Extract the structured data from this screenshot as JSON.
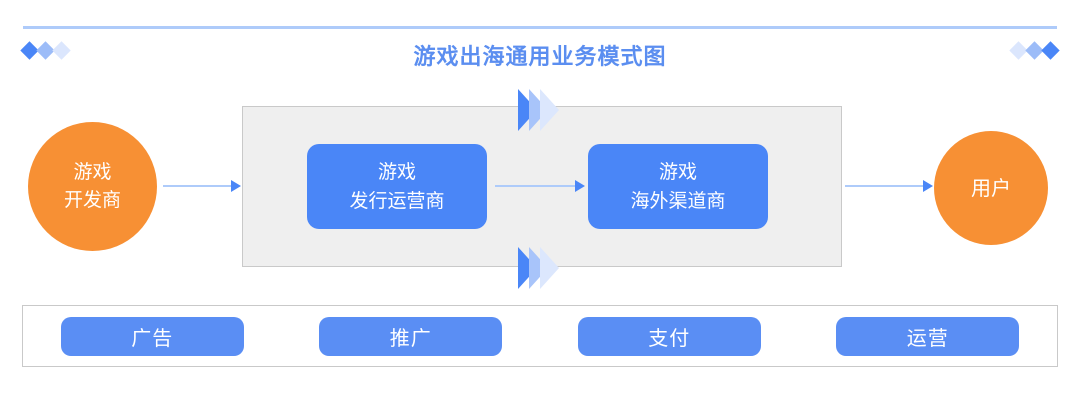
{
  "header": {
    "title": "游戏出海通用业务模式图",
    "rule": "top-divider",
    "decoration_left": [
      "diamond-solid",
      "diamond-mid",
      "diamond-pale"
    ],
    "decoration_right": [
      "diamond-pale",
      "diamond-mid",
      "diamond-solid"
    ]
  },
  "flow": {
    "developer": {
      "line1": "游戏",
      "line2": "开发商"
    },
    "publisher": {
      "line1": "游戏",
      "line2": "发行运营商"
    },
    "channel": {
      "line1": "游戏",
      "line2": "海外渠道商"
    },
    "users": {
      "line1": "用户"
    },
    "arrows": [
      {
        "name": "developer-to-panel",
        "direction": "right"
      },
      {
        "name": "publisher-to-channel",
        "direction": "right"
      },
      {
        "name": "panel-to-users",
        "direction": "right"
      }
    ],
    "markers": [
      {
        "name": "chevron-top",
        "glyph": "triple-chevron-right"
      },
      {
        "name": "chevron-bottom",
        "glyph": "triple-chevron-right"
      }
    ]
  },
  "services": [
    {
      "label": "广告"
    },
    {
      "label": "推广"
    },
    {
      "label": "支付"
    },
    {
      "label": "运营"
    }
  ],
  "colors": {
    "brand_blue": "#4a86f7",
    "button_blue": "#5a8ef4",
    "title_blue": "#5b8ef0",
    "light_blue": "#aecbfa",
    "pale_blue": "#dce7fd",
    "orange": "#f79034",
    "panel_gray": "#efefef",
    "border_gray": "#c9c9c9"
  }
}
